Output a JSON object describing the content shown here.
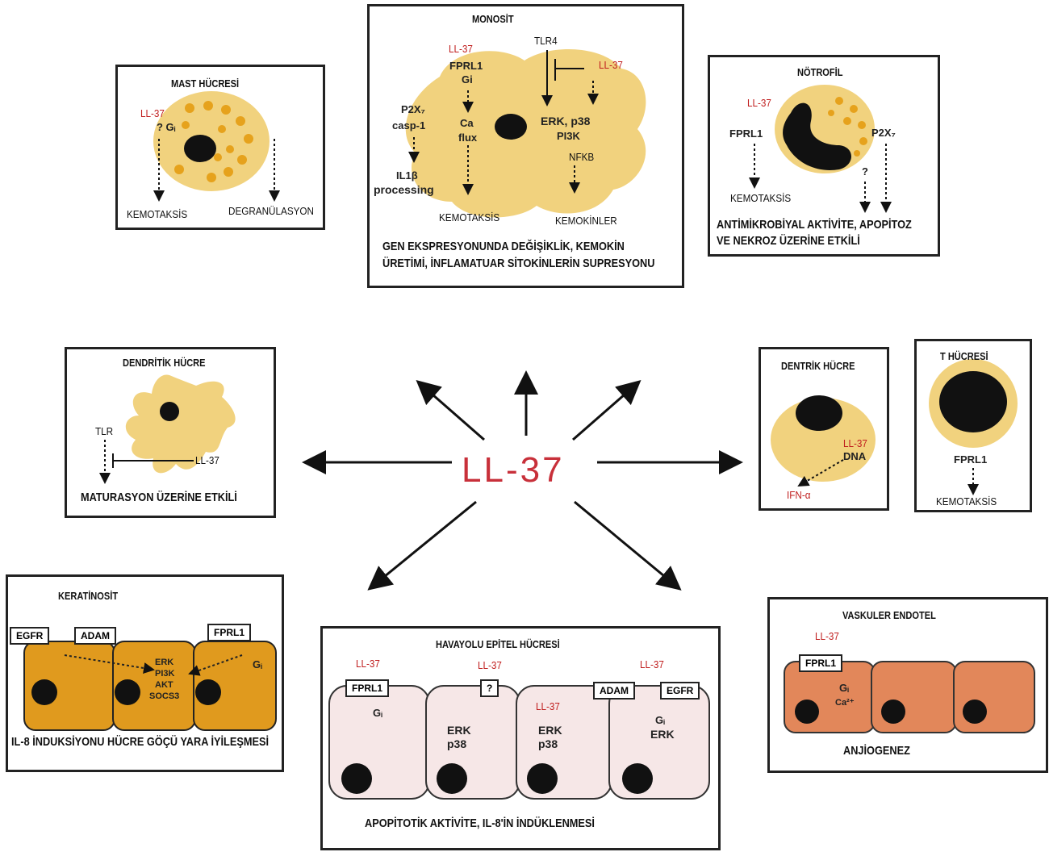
{
  "center_label": "LL-37",
  "colors": {
    "cell_yellow": "#f1d27e",
    "granule": "#e6a21c",
    "kerat_orange": "#e09a1e",
    "endo_orange": "#e2875a",
    "epi_pink": "#f6e7e7",
    "red_text": "#c01e1e"
  },
  "mast": {
    "title": "MAST HÜCRESİ",
    "ll37": "LL-37",
    "receptor": "? Gᵢ",
    "effect1": "KEMOTAKSİS",
    "effect2": "DEGRANÜLASYON"
  },
  "monosit": {
    "title": "MONOSİT",
    "ll37_a": "LL-37",
    "ll37_b": "LL-37",
    "tlr4": "TLR4",
    "fprl1": "FPRL1",
    "gi": "Gi",
    "p2x": "P2X₇",
    "casp": "casp-1",
    "il1b": "IL1β",
    "processing": "processing",
    "ca": "Ca",
    "flux": "flux",
    "erk": "ERK, p38",
    "pi3k": "PI3K",
    "nfkb": "NFKB",
    "eff1": "KEMOTAKSİS",
    "eff2": "KEMOKİNLER",
    "caption1": "GEN EKSPRESYONUNDA DEĞİŞİKLİK, KEMOKİN",
    "caption2": "ÜRETİMİ, İNFLAMATUAR SİTOKİNLERİN SUPRESYONU"
  },
  "notrofil": {
    "title": "NÖTROFİL",
    "ll37": "LL-37",
    "fprl1": "FPRL1",
    "p2x": "P2X₇",
    "q": "?",
    "effect": "KEMOTAKSİS",
    "caption1": "ANTİMİKROBİYAL AKTİVİTE, APOPİTOZ",
    "caption2": "VE NEKROZ ÜZERİNE ETKİLİ"
  },
  "dendritik": {
    "title": "DENDRİTİK HÜCRE",
    "tlr": "TLR",
    "ll37": "LL-37",
    "caption": "MATURASYON ÜZERİNE ETKİLİ"
  },
  "dentrik": {
    "title": "DENTRİK HÜCRE",
    "ll37": "LL-37",
    "dna": "DNA",
    "ifn": "IFN-α"
  },
  "tcell": {
    "title": "T HÜCRESİ",
    "fprl1": "FPRL1",
    "effect": "KEMOTAKSİS"
  },
  "keratinosit": {
    "title": "KERATİNOSİT",
    "egfr": "EGFR",
    "adam": "ADAM",
    "fprl1": "FPRL1",
    "gi": "Gᵢ",
    "erk": "ERK",
    "pi3k": "PI3K",
    "akt": "AKT",
    "socs3": "SOCS3",
    "caption": "IL-8 İNDUKSİYONU HÜCRE GÖÇÜ YARA İYİLEŞMESİ"
  },
  "havayolu": {
    "title": "HAVAYOLU EPİTEL HÜCRESİ",
    "ll37_1": "LL-37",
    "ll37_2": "LL-37",
    "ll37_3": "LL-37",
    "ll37_4": "LL-37",
    "fprl1": "FPRL1",
    "q": "?",
    "adam": "ADAM",
    "egfr": "EGFR",
    "gi1": "Gᵢ",
    "erk1": "ERK",
    "p38_1": "p38",
    "erk2": "ERK",
    "p38_2": "p38",
    "gi2": "Gᵢ",
    "erk3": "ERK",
    "caption": "APOPİTOTİK AKTİVİTE,  IL-8'İN İNDÜKLENMESİ"
  },
  "vaskuler": {
    "title": "VASKULER ENDOTEL",
    "ll37": "LL-37",
    "fprl1": "FPRL1",
    "gi": "Gᵢ",
    "ca": "Ca²⁺",
    "caption": "ANJİOGENEZ"
  }
}
